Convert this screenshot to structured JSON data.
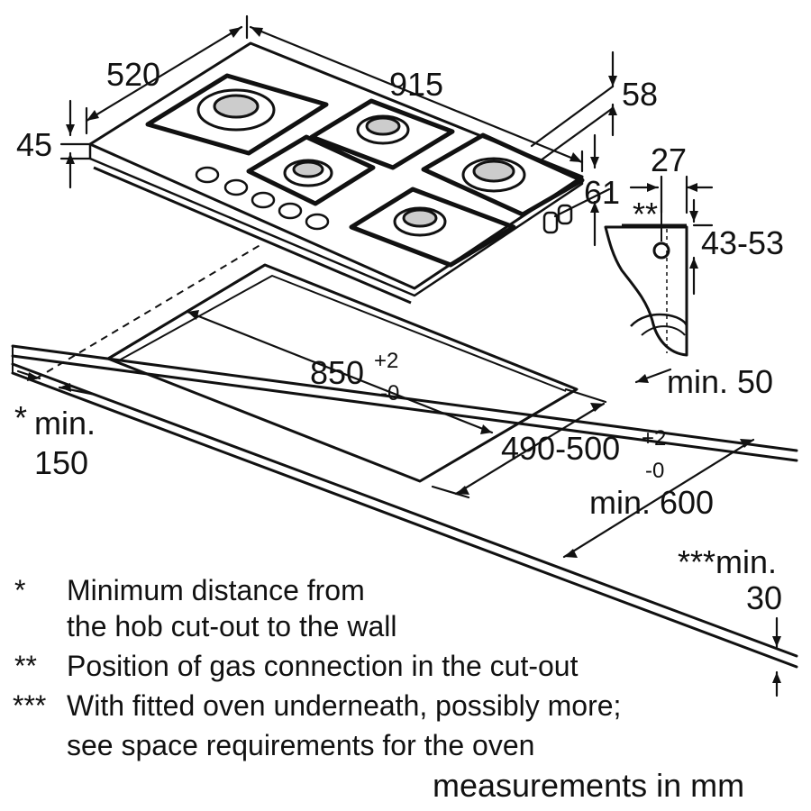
{
  "dimensions": {
    "hob_depth": "520",
    "hob_width": "915",
    "hob_height": "45",
    "below_top": "58",
    "body_height": "61",
    "connection_offset": "27",
    "connection_marker": "**",
    "worktop_thickness": "43-53",
    "cutout_length": "850",
    "cutout_length_tol_plus": "+2",
    "cutout_length_tol_minus": "-0",
    "cutout_depth": "490-500",
    "cutout_depth_tol_plus": "+2",
    "cutout_depth_tol_minus": "-0",
    "front_distance": "min. 50",
    "worktop_depth": "min. 600",
    "wall_marker": "*",
    "wall_distance_line1": "min.",
    "wall_distance_line2": "150",
    "oven_gap_line1": "***min.",
    "oven_gap_line2": "30"
  },
  "notes": [
    {
      "marker": "*",
      "line1": "Minimum distance from",
      "line2": "the hob cut-out to the wall"
    },
    {
      "marker": "**",
      "line1": "Position of gas connection in the cut-out"
    },
    {
      "marker": "***",
      "line1": "With fitted oven underneath, possibly more;",
      "line2": "see space requirements for the oven"
    }
  ],
  "units_note": "measurements in mm",
  "colors": {
    "line": "#111111",
    "background": "#ffffff"
  }
}
